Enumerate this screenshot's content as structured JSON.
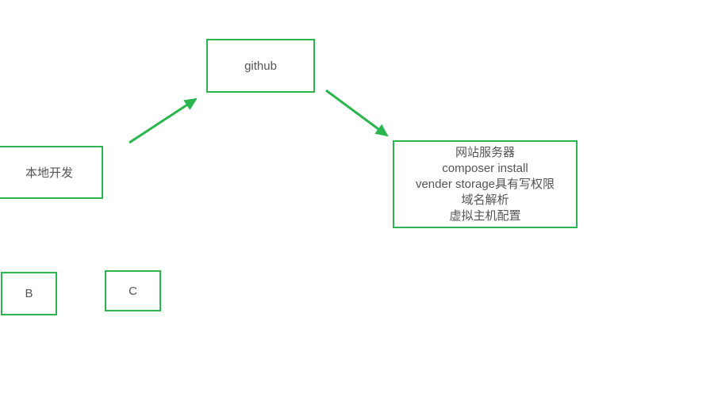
{
  "diagram": {
    "colors": {
      "stroke": "#2bb54e",
      "text": "#545454"
    },
    "nodes": {
      "github": {
        "label": "github"
      },
      "local_dev": {
        "label": "本地开发"
      },
      "server": {
        "lines": [
          "网站服务器",
          "composer install",
          "vender storage具有写权限",
          "域名解析",
          "虚拟主机配置"
        ]
      },
      "b": {
        "label": "B"
      },
      "c": {
        "label": "C"
      }
    },
    "arrows": [
      {
        "from": "local_dev",
        "to": "github"
      },
      {
        "from": "github",
        "to": "server"
      }
    ]
  }
}
